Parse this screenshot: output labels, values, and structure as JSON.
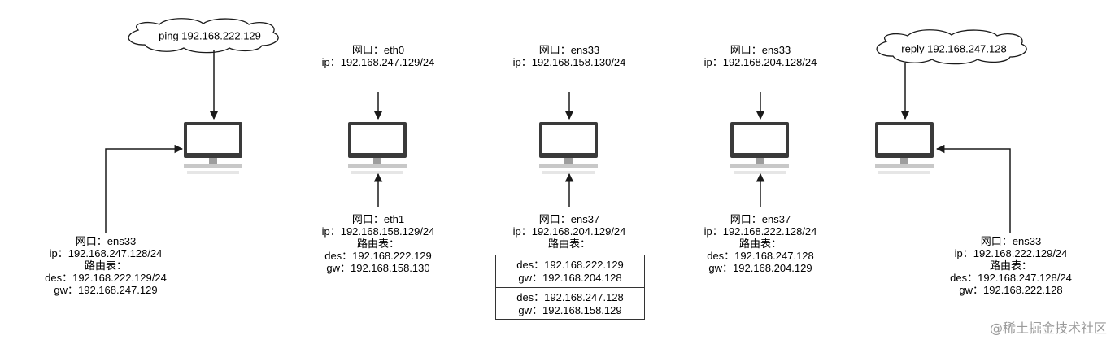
{
  "clouds": {
    "ping": "ping 192.168.222.129",
    "reply": "reply 192.168.247.128"
  },
  "hosts": {
    "host1": {
      "iface": [
        "网口：ens33",
        "ip：192.168.247.128/24",
        "路由表：",
        "des：192.168.222.129/24",
        "gw：192.168.247.129"
      ]
    },
    "router1": {
      "top_iface": [
        "网口：eth0",
        "ip：192.168.247.129/24"
      ],
      "bottom_iface": [
        "网口：eth1",
        "ip：192.168.158.129/24",
        "路由表：",
        "des：192.168.222.129",
        "gw：192.168.158.130"
      ]
    },
    "router2": {
      "top_iface": [
        "网口：ens33",
        "ip：192.168.158.130/24"
      ],
      "bottom_iface": [
        "网口：ens37",
        "ip：192.168.204.129/24",
        "路由表："
      ],
      "routes": [
        {
          "des": "des：192.168.222.129",
          "gw": "gw：192.168.204.128"
        },
        {
          "des": "des：192.168.247.128",
          "gw": "gw：192.168.158.129"
        }
      ]
    },
    "router3": {
      "top_iface": [
        "网口：ens33",
        "ip：192.168.204.128/24"
      ],
      "bottom_iface": [
        "网口：ens37",
        "ip：192.168.222.128/24",
        "路由表：",
        "des：192.168.247.128",
        "gw：192.168.204.129"
      ]
    },
    "host2": {
      "iface": [
        "网口：ens33",
        "ip：192.168.222.129/24",
        "路由表：",
        "des：192.168.247.128/24",
        "gw：192.168.222.128"
      ]
    }
  },
  "watermark": "@稀土掘金技术社区",
  "colors": {
    "line": "#1a1a1a",
    "screen_border": "#3a3a3a",
    "stand": "#9e9e9e"
  }
}
